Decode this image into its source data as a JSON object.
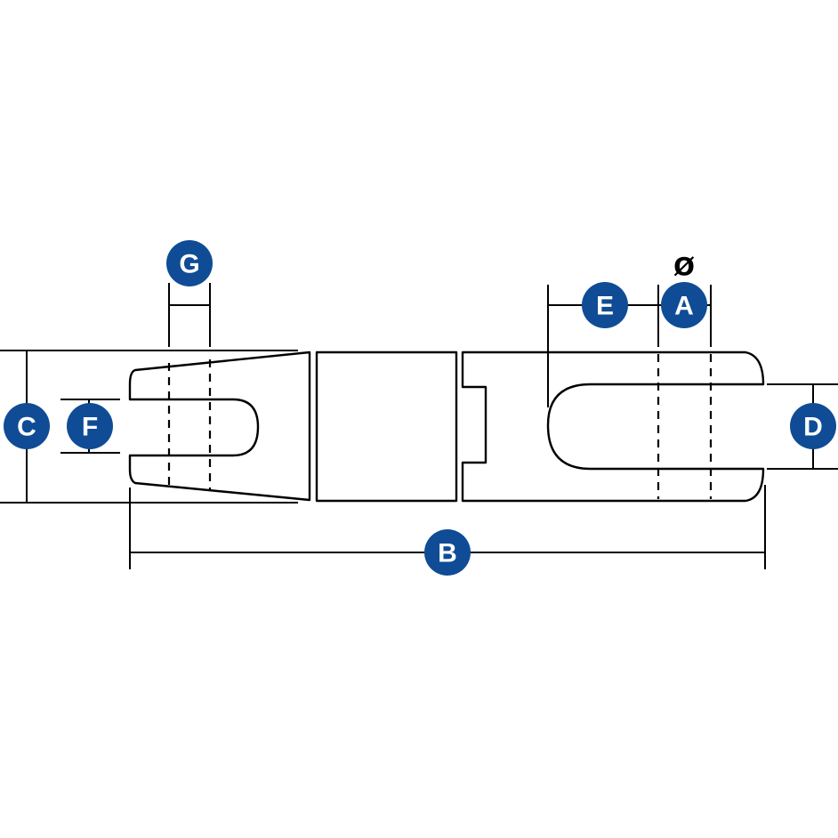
{
  "colors": {
    "badge_fill": "#0f4c95",
    "badge_text": "#ffffff",
    "line": "#000000",
    "background": "#ffffff"
  },
  "labels": {
    "a": "A",
    "b": "B",
    "c": "C",
    "d": "D",
    "e": "E",
    "f": "F",
    "g": "G",
    "diameter_symbol": "Ø"
  }
}
